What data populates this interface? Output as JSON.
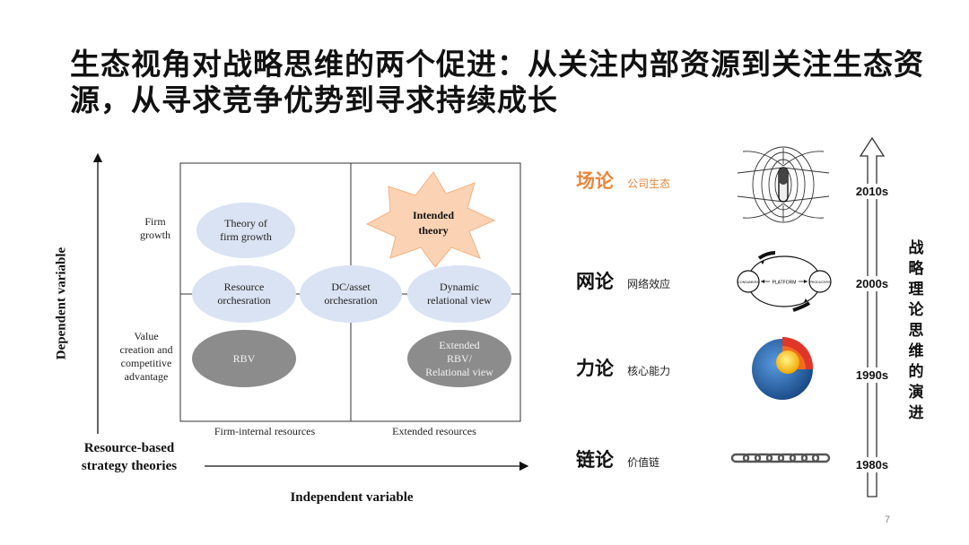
{
  "title": "生态视角对战略思维的两个促进：从关注内部资源到关注生态资源，从寻求竞争优势到寻求持续成长",
  "diagram": {
    "y_axis_label": "Dependent variable",
    "x_axis_label": "Independent variable",
    "corner_label_line1": "Resource-based",
    "corner_label_line2": "strategy theories",
    "row_labels": {
      "top_line1": "Firm",
      "top_line2": "growth",
      "bottom_line1": "Value",
      "bottom_line2": "creation and",
      "bottom_line3": "competitive",
      "bottom_line4": "advantage"
    },
    "col_labels": {
      "left": "Firm-internal  resources",
      "right": "Extended resources"
    },
    "bubbles": {
      "firm_growth_line1": "Theory of",
      "firm_growth_line2": "firm growth",
      "intended_line1": "Intended",
      "intended_line2": "theory",
      "resource_line1": "Resource",
      "resource_line2": "orchesration",
      "dc_line1": "DC/asset",
      "dc_line2": "orchesration",
      "dynamic_line1": "Dynamic",
      "dynamic_line2": "relational view",
      "rbv": "RBV",
      "extended_line1": "Extended",
      "extended_line2": "RBV/",
      "extended_line3": "Relational view"
    }
  },
  "theories": [
    {
      "name": "场论",
      "desc": "公司生态",
      "decade": "2010s",
      "color": "#e8873a",
      "icon": "magnetic-field-icon"
    },
    {
      "name": "网论",
      "desc": "网络效应",
      "decade": "2000s",
      "color": "#111111",
      "icon": "platform-network-icon"
    },
    {
      "name": "力论",
      "desc": "核心能力",
      "decade": "1990s",
      "color": "#111111",
      "icon": "core-sphere-icon"
    },
    {
      "name": "链论",
      "desc": "价值链",
      "decade": "1980s",
      "color": "#111111",
      "icon": "chain-icon"
    }
  ],
  "platform_labels": {
    "left": "CONSUMERS",
    "center": "PLATFORM",
    "right": "PRODUCERS"
  },
  "vertical_caption": [
    "战",
    "略",
    "理",
    "论",
    "思",
    "维",
    "的",
    "演",
    "进"
  ],
  "page_number": "7"
}
